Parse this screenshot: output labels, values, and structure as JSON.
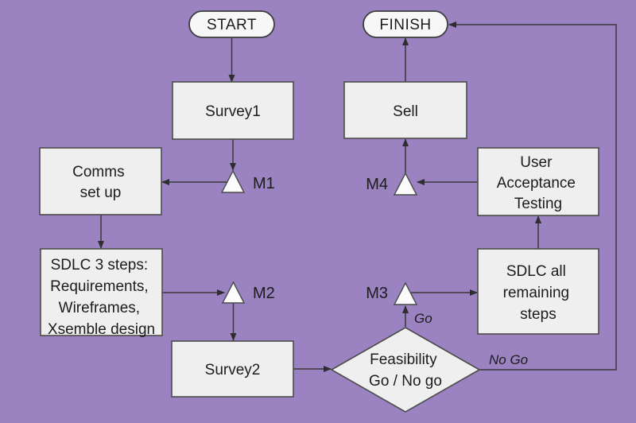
{
  "diagram": {
    "type": "flowchart",
    "colors": {
      "background": "#9b82c1",
      "node_fill": "#efefef",
      "pill_fill": "#f7f7f7",
      "node_border": "#4b4b4b",
      "line": "#383838",
      "text": "#1c1c1c"
    },
    "nodes": {
      "start": {
        "label": "START",
        "shape": "pill"
      },
      "finish": {
        "label": "FINISH",
        "shape": "pill"
      },
      "survey1": {
        "label": "Survey1",
        "shape": "rect"
      },
      "sell": {
        "label": "Sell",
        "shape": "rect"
      },
      "comms": {
        "lines": [
          "Comms",
          "set up"
        ],
        "shape": "rect"
      },
      "uat": {
        "lines": [
          "User",
          "Acceptance",
          "Testing"
        ],
        "shape": "rect"
      },
      "sdlc3": {
        "lines": [
          "SDLC 3 steps:",
          "Requirements,",
          "Wireframes,",
          "Xsemble design"
        ],
        "shape": "rect"
      },
      "sdlc_rest": {
        "lines": [
          "SDLC all",
          "remaining",
          "steps"
        ],
        "shape": "rect"
      },
      "survey2": {
        "label": "Survey2",
        "shape": "rect"
      },
      "feasibility": {
        "lines": [
          "Feasibility",
          "Go / No go"
        ],
        "shape": "diamond"
      }
    },
    "milestones": {
      "m1": "M1",
      "m2": "M2",
      "m3": "M3",
      "m4": "M4"
    },
    "edge_labels": {
      "go": "Go",
      "no_go": "No Go"
    },
    "flow": [
      "START -> Survey1",
      "Survey1 -> M1",
      "M1 -> Comms set up",
      "Comms set up -> SDLC 3 steps",
      "SDLC 3 steps -> M2",
      "M2 -> Survey2",
      "Survey2 -> Feasibility Go / No go",
      "Feasibility -Go-> M3",
      "M3 -> SDLC all remaining steps",
      "SDLC all remaining steps -> User Acceptance Testing",
      "User Acceptance Testing -> M4",
      "M4 -> Sell",
      "Sell -> FINISH",
      "Feasibility -No Go-> FINISH"
    ]
  }
}
